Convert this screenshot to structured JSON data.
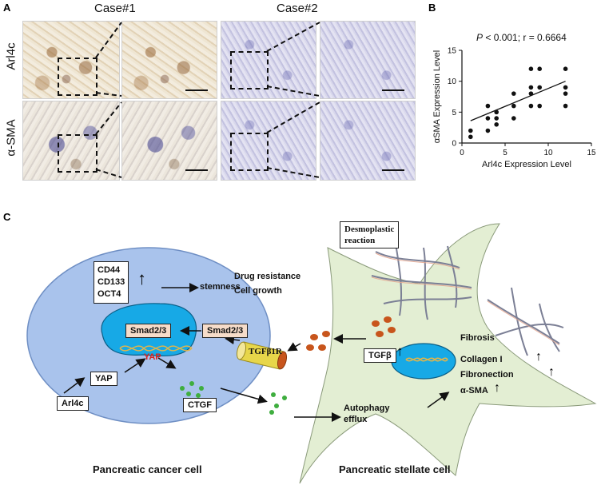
{
  "panel_a": {
    "letter": "A",
    "case1": "Case#1",
    "case2": "Case#2",
    "row1": "Arl4c",
    "row2": "α-SMA"
  },
  "panel_b": {
    "letter": "B",
    "stat": "P < 0.001; r = 0.6664",
    "stat_p": "P",
    "stat_rest": " < 0.001; r = 0.6664"
  },
  "chart_data": {
    "type": "scatter",
    "title": "",
    "xlabel": "Arl4c Expression Level",
    "ylabel": "αSMA Expression Level",
    "xlim": [
      0,
      15
    ],
    "ylim": [
      0,
      15
    ],
    "xticks": [
      "0",
      "5",
      "10",
      "15"
    ],
    "yticks": [
      "0",
      "5",
      "10",
      "15"
    ],
    "annotation": "P < 0.001; r = 0.6664",
    "points": [
      {
        "x": 1,
        "y": 1
      },
      {
        "x": 1,
        "y": 2
      },
      {
        "x": 3,
        "y": 2
      },
      {
        "x": 3,
        "y": 4
      },
      {
        "x": 3,
        "y": 6
      },
      {
        "x": 4,
        "y": 3
      },
      {
        "x": 4,
        "y": 4
      },
      {
        "x": 4,
        "y": 5
      },
      {
        "x": 6,
        "y": 4
      },
      {
        "x": 6,
        "y": 6
      },
      {
        "x": 6,
        "y": 8
      },
      {
        "x": 8,
        "y": 6
      },
      {
        "x": 8,
        "y": 8
      },
      {
        "x": 8,
        "y": 9
      },
      {
        "x": 8,
        "y": 12
      },
      {
        "x": 9,
        "y": 6
      },
      {
        "x": 9,
        "y": 9
      },
      {
        "x": 9,
        "y": 12
      },
      {
        "x": 12,
        "y": 6
      },
      {
        "x": 12,
        "y": 8
      },
      {
        "x": 12,
        "y": 9
      },
      {
        "x": 12,
        "y": 12
      }
    ],
    "fit_line": {
      "x0": 1,
      "y0": 3.6,
      "x1": 12,
      "y1": 10
    },
    "grid": false
  },
  "panel_c": {
    "letter": "C",
    "cd44": "CD44",
    "cd133": "CD133",
    "oct4": "OCT4",
    "stemness": "stemness",
    "drug_resistance": "Drug resistance",
    "cell_growth": "Cell growth",
    "smad_nucleus": "Smad2/3",
    "smad_cyto": "Smad2/3",
    "yap_nucleus": "YAP",
    "yap_box": "YAP",
    "arl4c": "Arl4c",
    "ctgf": "CTGF",
    "tgfb1r": "TGFβ1R",
    "tgfb": "TGFβ",
    "desmoplastic_line1": "Desmoplastic",
    "desmoplastic_line2": "reaction",
    "fibrosis": "Fibrosis",
    "collagen": "Collagen I",
    "fibronection": "Fibronection",
    "asma": "α-SMA",
    "autophagy_line1": "Autophagy",
    "autophagy_line2": "efflux",
    "cancer_cell": "Pancreatic cancer cell",
    "stellate_cell": "Pancreatic stellate cell",
    "up_arrow": "↑"
  },
  "colors": {
    "cancer_cell": "#a9c3ec",
    "cancer_nucleus": "#17a9e6",
    "stellate_cell": "#e3eed3",
    "stellate_nucleus": "#17a9e6",
    "tgfb_dots": "#c8551c",
    "ctgf_dots": "#3fae3f",
    "yap_text": "#d8231f",
    "smad_box": "#f6dcc9",
    "receptor": "#e7d64a"
  }
}
